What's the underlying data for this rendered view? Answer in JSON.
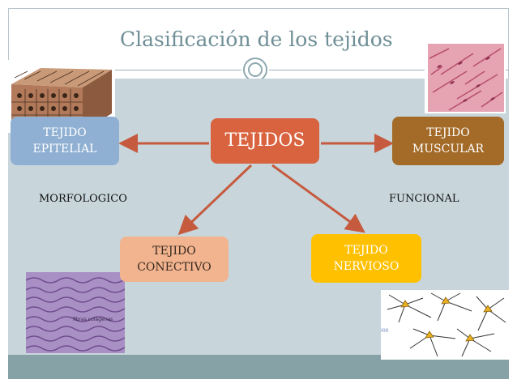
{
  "slide": {
    "title": "Clasificación de los tejidos"
  },
  "diagram": {
    "center": "TEJIDOS",
    "epitelial": "TEJIDO\nEPITELIAL",
    "muscular": "TEJIDO\nMUSCULAR",
    "conectivo": "TEJIDO\nCONECTIVO",
    "nervioso": "TEJIDO\nNERVIOSO",
    "label_left": "MORFOLOGICO",
    "label_right": "FUNCIONAL"
  },
  "images": {
    "epitelial": "epithelial-tissue-illustration",
    "muscular": "muscle-tissue-micrograph",
    "conectivo": "connective-tissue-micrograph",
    "nervioso": "neurons-illustration",
    "conectivo_caption": "fibras colágenas",
    "nervioso_caption": "000"
  },
  "colors": {
    "center": "#d9623f",
    "epitelial": "#8fb0d2",
    "muscular": "#a36a28",
    "conectivo": "#f1b48f",
    "nervioso": "#ffc000",
    "arrow": "#c65a3e",
    "background": "#c8d6dc",
    "title": "#6f8f96"
  }
}
